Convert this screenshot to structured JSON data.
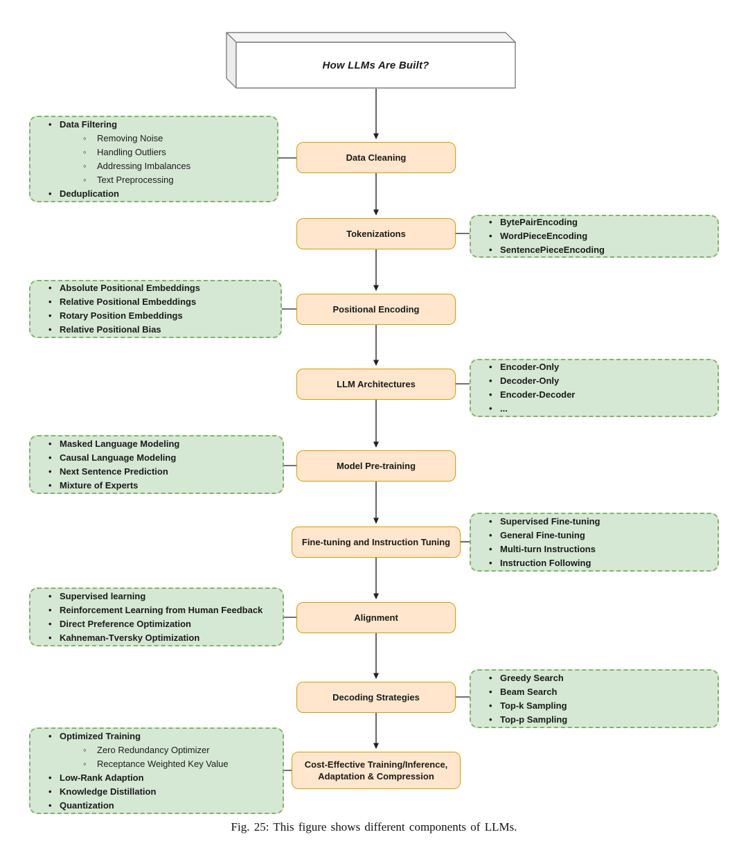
{
  "root": {
    "label": "How LLMs Are Built?"
  },
  "caption": "Fig. 25: This figure shows different components of LLMs.",
  "colors": {
    "stage_fill": "#FFE6CC",
    "stage_border": "#D79B00",
    "notes_fill": "#D5E8D4",
    "notes_border": "#82B366",
    "connector": "#404040"
  },
  "stages": [
    {
      "label": "Data Cleaning",
      "notes_side": "left",
      "notes": [
        {
          "text": "Data Filtering",
          "level": 1
        },
        {
          "text": "Removing Noise",
          "level": 2
        },
        {
          "text": "Handling Outliers",
          "level": 2
        },
        {
          "text": "Addressing Imbalances",
          "level": 2
        },
        {
          "text": "Text Preprocessing",
          "level": 2
        },
        {
          "text": "Deduplication",
          "level": 1
        }
      ]
    },
    {
      "label": "Tokenizations",
      "notes_side": "right",
      "notes": [
        {
          "text": "BytePairEncoding",
          "level": 1
        },
        {
          "text": "WordPieceEncoding",
          "level": 1
        },
        {
          "text": "SentencePieceEncoding",
          "level": 1
        }
      ]
    },
    {
      "label": "Positional Encoding",
      "notes_side": "left",
      "notes": [
        {
          "text": "Absolute Positional Embeddings",
          "level": 1
        },
        {
          "text": "Relative Positional Embeddings",
          "level": 1
        },
        {
          "text": "Rotary Position Embeddings",
          "level": 1
        },
        {
          "text": "Relative Positional Bias",
          "level": 1
        }
      ]
    },
    {
      "label": "LLM Architectures",
      "notes_side": "right",
      "notes": [
        {
          "text": "Encoder-Only",
          "level": 1
        },
        {
          "text": "Decoder-Only",
          "level": 1
        },
        {
          "text": "Encoder-Decoder",
          "level": 1
        },
        {
          "text": "...",
          "level": 1
        }
      ]
    },
    {
      "label": "Model Pre-training",
      "notes_side": "left",
      "notes": [
        {
          "text": "Masked Language Modeling",
          "level": 1
        },
        {
          "text": "Causal Language Modeling",
          "level": 1
        },
        {
          "text": "Next Sentence Prediction",
          "level": 1
        },
        {
          "text": "Mixture of Experts",
          "level": 1
        }
      ]
    },
    {
      "label": "Fine-tuning and Instruction Tuning",
      "notes_side": "right",
      "notes": [
        {
          "text": "Supervised Fine-tuning",
          "level": 1
        },
        {
          "text": "General Fine-tuning",
          "level": 1
        },
        {
          "text": "Multi-turn Instructions",
          "level": 1
        },
        {
          "text": "Instruction Following",
          "level": 1
        }
      ]
    },
    {
      "label": "Alignment",
      "notes_side": "left",
      "notes": [
        {
          "text": "Supervised learning",
          "level": 1
        },
        {
          "text": "Reinforcement Learning from Human Feedback",
          "level": 1
        },
        {
          "text": "Direct Preference Optimization",
          "level": 1
        },
        {
          "text": "Kahneman-Tversky Optimization",
          "level": 1
        }
      ]
    },
    {
      "label": "Decoding Strategies",
      "notes_side": "right",
      "notes": [
        {
          "text": "Greedy Search",
          "level": 1
        },
        {
          "text": "Beam Search",
          "level": 1
        },
        {
          "text": "Top-k Sampling",
          "level": 1
        },
        {
          "text": "Top-p Sampling",
          "level": 1
        }
      ]
    },
    {
      "label": "Cost-Effective Training/Inference, Adaptation & Compression",
      "notes_side": "left",
      "notes": [
        {
          "text": "Optimized Training",
          "level": 1
        },
        {
          "text": "Zero Redundancy Optimizer",
          "level": 2
        },
        {
          "text": "Receptance Weighted Key Value",
          "level": 2
        },
        {
          "text": "Low-Rank Adaption",
          "level": 1
        },
        {
          "text": "Knowledge Distillation",
          "level": 1
        },
        {
          "text": "Quantization",
          "level": 1
        }
      ]
    }
  ]
}
